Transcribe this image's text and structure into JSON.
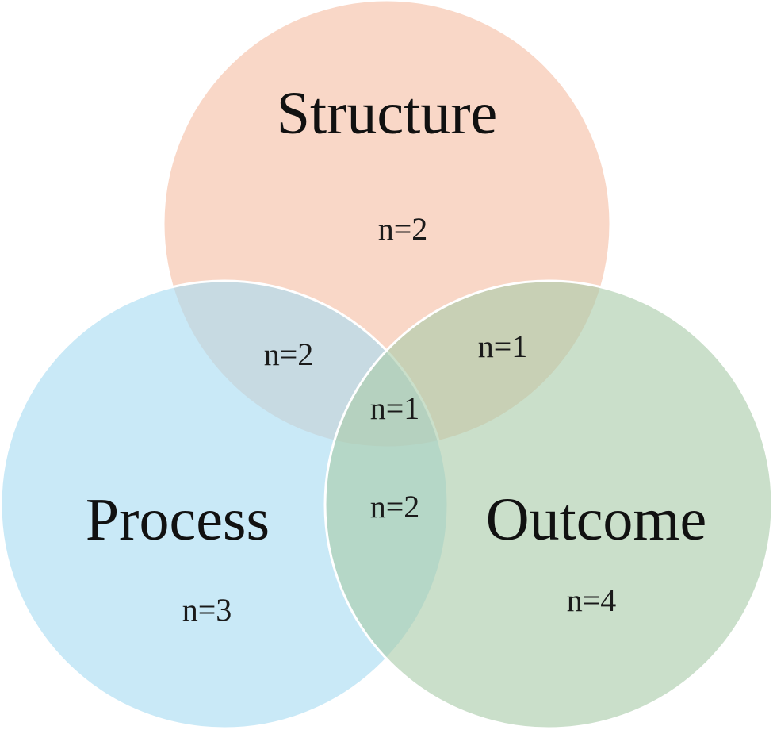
{
  "diagram": {
    "type": "venn-3",
    "sets": [
      {
        "id": "structure",
        "label": "Structure",
        "count": "n=2",
        "color": "#f7c7b1"
      },
      {
        "id": "process",
        "label": "Process",
        "count": "n=3",
        "color": "#a8dbf2"
      },
      {
        "id": "outcome",
        "label": "Outcome",
        "count": "n=4",
        "color": "#a9cba9"
      }
    ],
    "overlaps": {
      "structure_process": "n=2",
      "structure_outcome": "n=1",
      "process_outcome": "n=2",
      "all_three": "n=1"
    }
  }
}
